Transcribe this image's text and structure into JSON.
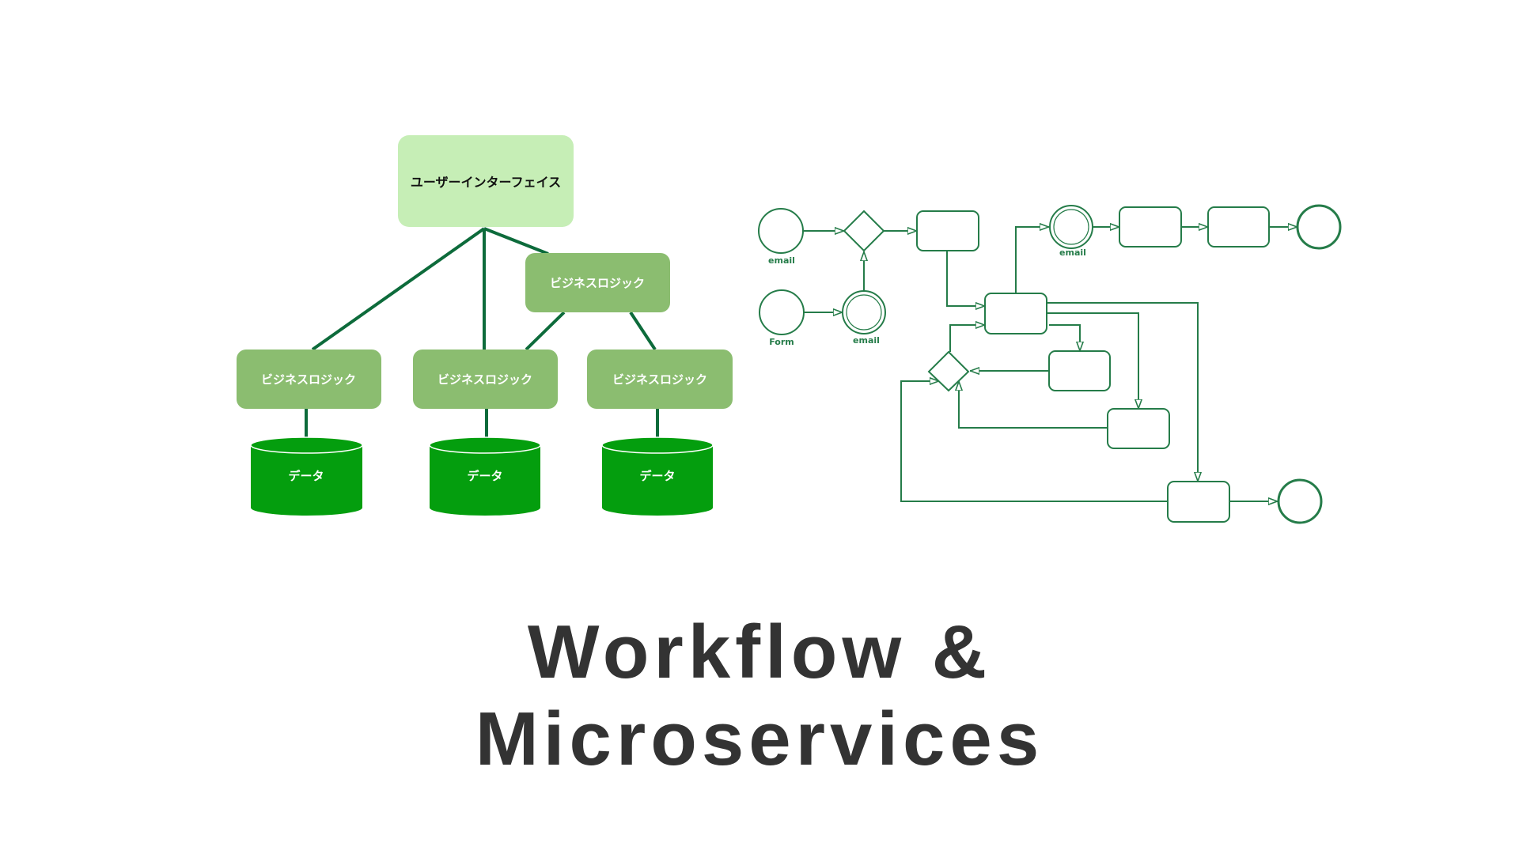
{
  "colors": {
    "ui_box": "#c6eeb6",
    "logic_box": "#8bbd70",
    "data_cylinder": "#049e0e",
    "connector": "#0d6b3b",
    "bpmn_stroke": "#257c49",
    "title_text": "#333333"
  },
  "architecture": {
    "ui_label": "ユーザーインターフェイス",
    "logic_top_label": "ビジネスロジック",
    "logic_labels": [
      "ビジネスロジック",
      "ビジネスロジック",
      "ビジネスロジック"
    ],
    "data_labels": [
      "データ",
      "データ",
      "データ"
    ]
  },
  "workflow": {
    "start_event_1_label": "email",
    "start_event_2_label": "Form",
    "intermediate_event_1_label": "email",
    "intermediate_event_2_label": "email"
  },
  "title": {
    "line1": "Workflow &",
    "line2": "Microservices"
  }
}
